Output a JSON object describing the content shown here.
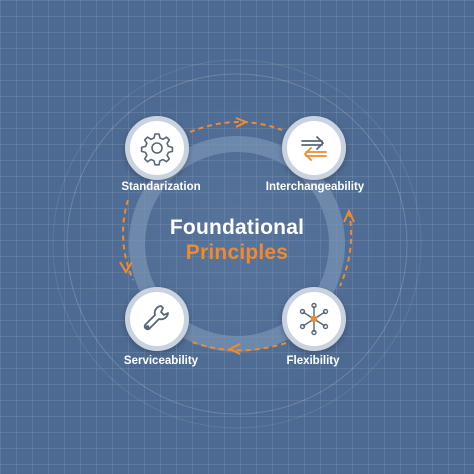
{
  "diagram": {
    "title_line1": "Foundational",
    "title_line2": "Principles",
    "nodes": [
      {
        "label": "Standarization",
        "icon": "gear-icon"
      },
      {
        "label": "Interchangeability",
        "icon": "arrows-exchange-icon"
      },
      {
        "label": "Serviceability",
        "icon": "wrench-icon"
      },
      {
        "label": "Flexibility",
        "icon": "network-node-icon"
      }
    ]
  },
  "colors": {
    "background": "#4d6a92",
    "accent": "#f08a2c",
    "ring": "#7891b3",
    "node_border": "#c9d3df",
    "icon_stroke": "#596778",
    "text": "#ffffff"
  }
}
